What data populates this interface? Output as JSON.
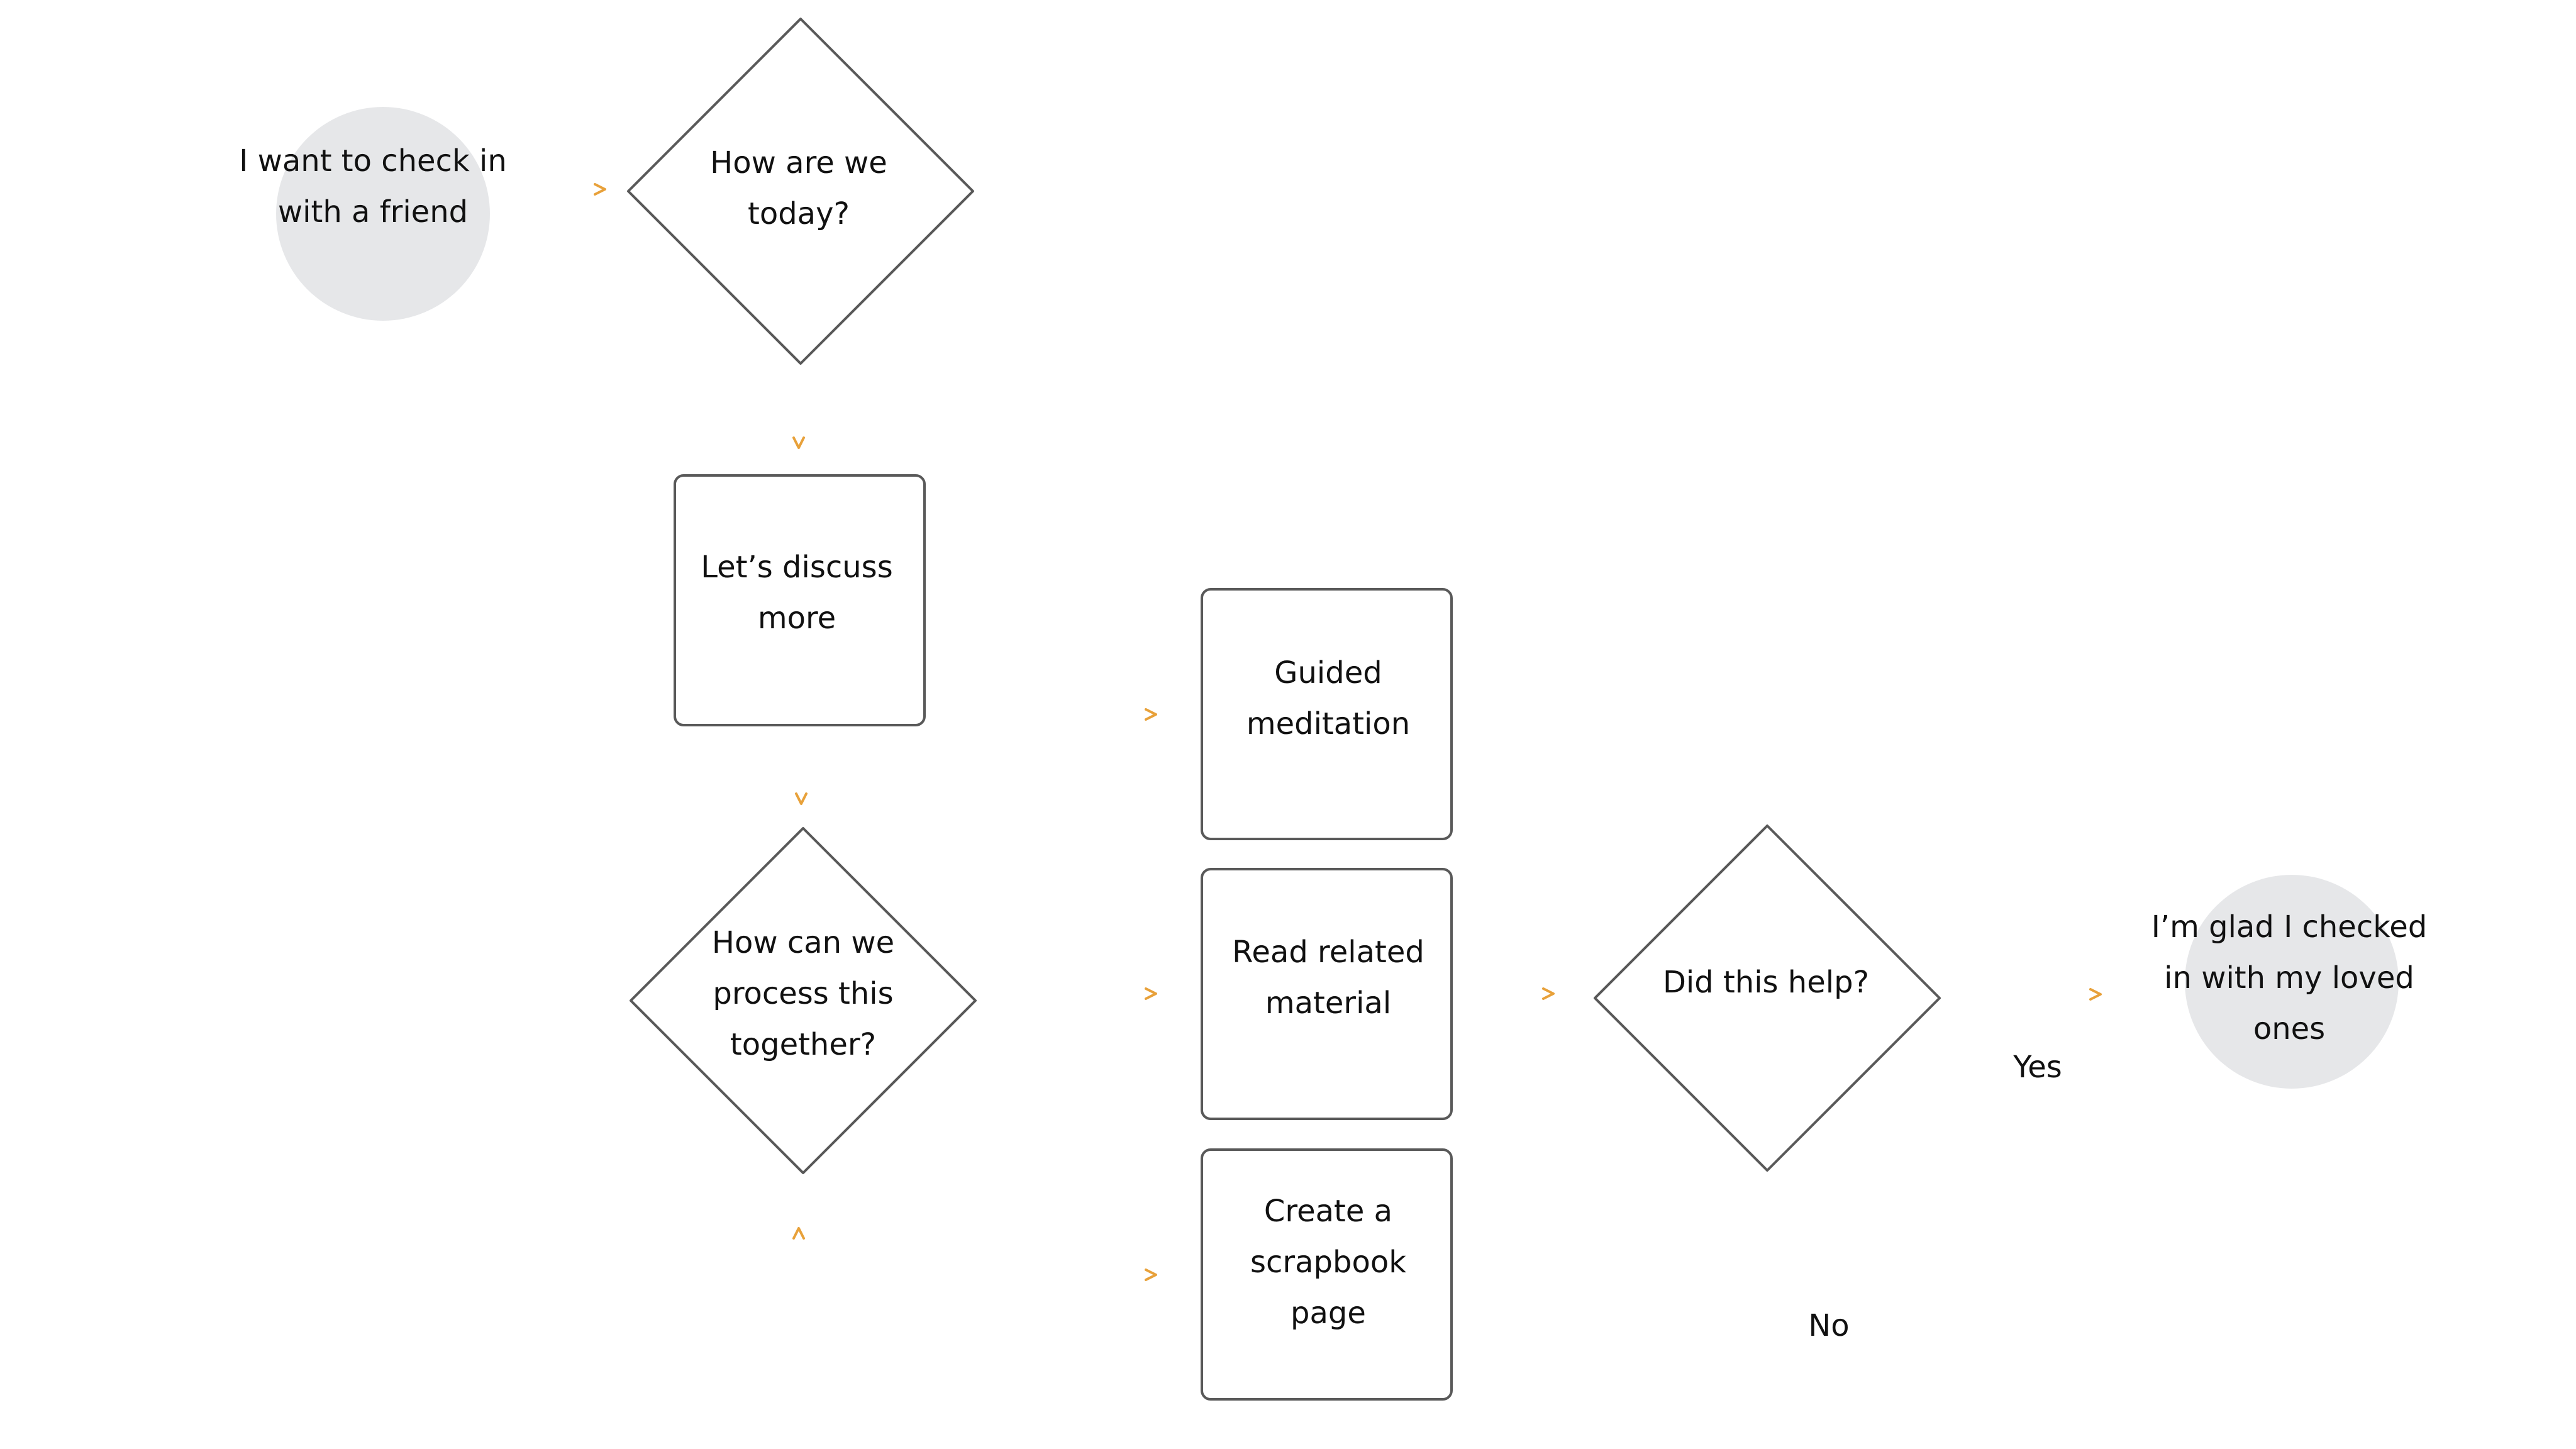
{
  "colors": {
    "connector": "#e8a13a",
    "shape_stroke": "#595959",
    "terminal_fill": "#e6e7e9",
    "text": "#111111"
  },
  "nodes": {
    "start": {
      "lines": [
        "I want to check in",
        "with a friend"
      ]
    },
    "how_are_we": {
      "lines": [
        "How are we",
        "today?"
      ]
    },
    "discuss": {
      "lines": [
        "Let’s discuss",
        "more"
      ]
    },
    "process": {
      "lines": [
        "How can we",
        "process this",
        "together?"
      ]
    },
    "meditation": {
      "lines": [
        "Guided",
        "meditation"
      ]
    },
    "read": {
      "lines": [
        "Read related",
        "material"
      ]
    },
    "scrapbook": {
      "lines": [
        "Create a",
        "scrapbook",
        "page"
      ]
    },
    "did_help": {
      "lines": [
        "Did this help?"
      ]
    },
    "end": {
      "lines": [
        "I’m glad I checked",
        "in with my loved",
        "ones"
      ]
    }
  },
  "edge_labels": {
    "yes": "Yes",
    "no": "No"
  }
}
